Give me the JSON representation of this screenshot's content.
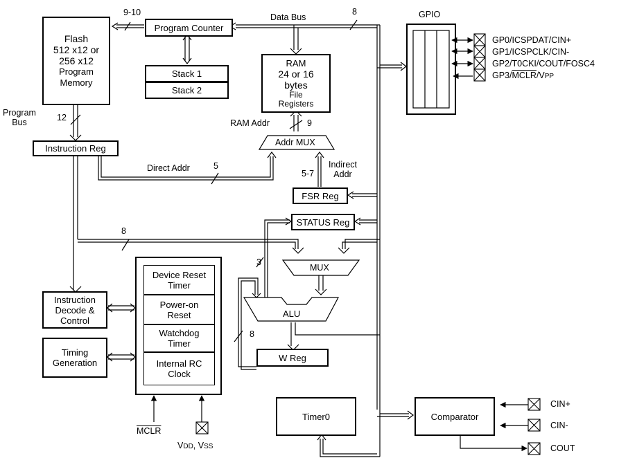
{
  "flash": {
    "lines": [
      "Flash",
      "512 x12 or",
      "256 x12",
      "Program",
      "Memory"
    ]
  },
  "program_counter": "Program Counter",
  "stack1": "Stack 1",
  "stack2": "Stack 2",
  "ram": {
    "l1": "RAM",
    "l2": "24 or 16",
    "l3": "bytes",
    "l4": "File",
    "l5": "Registers"
  },
  "gpio": {
    "title": "GPIO",
    "pins": [
      "GP0/ICSPDAT/CIN+",
      "GP1/ICSPCLK/CIN-",
      "GP2/T0CKI/COUT/FOSC4"
    ],
    "gp3_pre": "GP3/",
    "gp3_over": "MCLR",
    "gp3_post": "/V",
    "gp3_sub": "PP"
  },
  "instruction_reg": "Instruction Reg",
  "addr_mux": "Addr MUX",
  "fsr_reg": "FSR Reg",
  "status_reg": "STATUS Reg",
  "mux": "MUX",
  "alu": "ALU",
  "w_reg": "W Reg",
  "timer0": "Timer0",
  "comparator": "Comparator",
  "instr_decode": [
    "Instruction",
    "Decode &",
    "Control"
  ],
  "timing": [
    "Timing",
    "Generation"
  ],
  "device_blocks": [
    [
      "Device Reset",
      "Timer"
    ],
    [
      "Power-on",
      "Reset"
    ],
    [
      "Watchdog",
      "Timer"
    ],
    [
      "Internal RC",
      "Clock"
    ]
  ],
  "labels": {
    "data_bus": "Data Bus",
    "bw_data": "8",
    "bw_pc": "9-10",
    "program_bus": [
      "Program",
      "Bus"
    ],
    "bw_program": "12",
    "ram_addr": "RAM Addr",
    "bw_ram": "9",
    "direct_addr": "Direct Addr",
    "bw_direct": "5",
    "indirect_addr": [
      "Indirect",
      "Addr"
    ],
    "bw_indirect": "5-7",
    "bw_ir8": "8",
    "bw_status3": "3",
    "bw_w8": "8",
    "mclr": "MCLR",
    "vdd_pre": "V",
    "vdd_sub": "DD",
    "vss_pre": ", V",
    "vss_sub": "SS",
    "cin_plus": "CIN+",
    "cin_minus": "CIN-",
    "cout": "COUT"
  }
}
